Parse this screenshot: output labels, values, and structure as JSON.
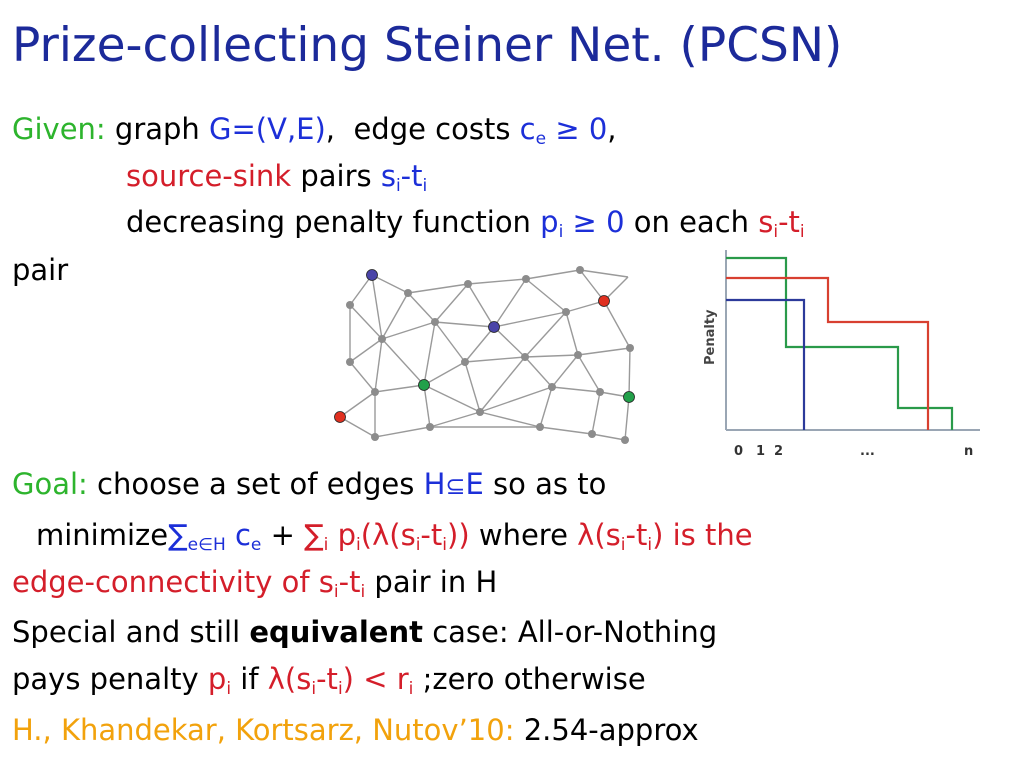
{
  "title": "Prize-collecting Steiner Net. (PCSN)",
  "given": {
    "label": "Given:",
    "graph_word": "graph",
    "graph_def": "G=(V,E)",
    "sep1": ",",
    "edge_costs_word": "edge costs",
    "cost_c": "c",
    "cost_sub": "e",
    "cost_rel": "≥ 0",
    "sep2": ",",
    "source_sink": "source-sink",
    "pairs_word": "pairs",
    "s_letter": "s",
    "i_sub": "i",
    "dash_t": "-t",
    "decreasing": "decreasing penalty function",
    "p_letter": "p",
    "p_rel": "≥ 0",
    "on_each": "on each",
    "pair_word": "pair"
  },
  "goal": {
    "label": "Goal:",
    "text1": "choose a set of edges",
    "H": "H",
    "subset": "⊆",
    "E": "E",
    "text2": "so as to",
    "minimize": "minimize",
    "sum": "∑",
    "sum_sub": "e∈H",
    "c": "c",
    "c_sub": "e",
    "plus": "+",
    "sum_i": "∑",
    "i_sub": "i",
    "p": "p",
    "lambda_open": "(λ(s",
    "lambda_mid": "-t",
    "lambda_close": "))",
    "where": "where",
    "lambda2": "λ(s",
    "lambda2_close": ") is the",
    "edge_conn": "edge-connectivity of s",
    "dash_t": "-t",
    "pair_in_H": "pair in H"
  },
  "special": {
    "text1": "Special and still",
    "bold": "equivalent",
    "text2": "case: All-or-Nothing",
    "pays": "pays penalty",
    "p": "p",
    "if": "if",
    "lambda": "λ(s",
    "dash_t": "-t",
    "lt": ") < r",
    "zero": ";zero otherwise"
  },
  "citation": {
    "authors": "H., Khandekar, Kortsarz, Nutov’10:",
    "result": "2.54-approx"
  },
  "plot": {
    "ylabel": "Penalty",
    "ticks": [
      "0",
      "1",
      "2",
      "...",
      "n"
    ]
  },
  "colors": {
    "title": "#1c2a9a",
    "green": "#2db42d",
    "blue": "#1c2fd8",
    "red": "#d41e2a",
    "gold": "#f2a20c"
  }
}
